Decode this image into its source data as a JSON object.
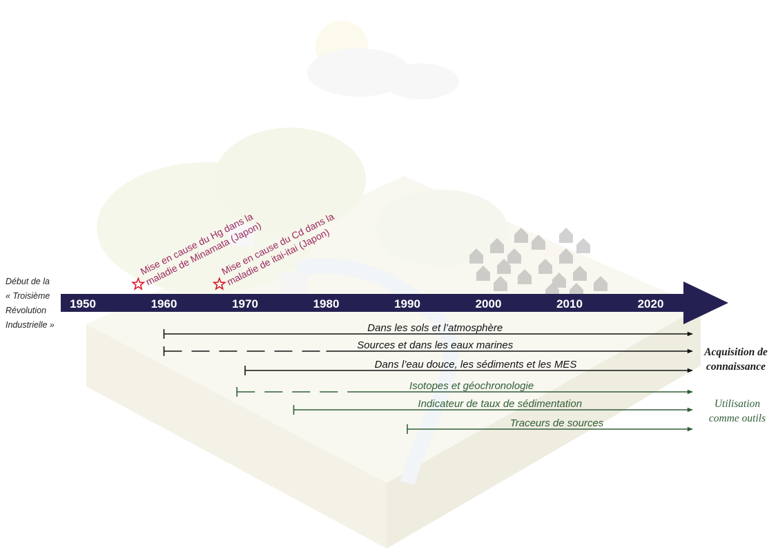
{
  "timeline": {
    "years": [
      "1950",
      "1960",
      "1970",
      "1980",
      "1990",
      "2000",
      "2010",
      "2020"
    ],
    "start_label_lines": [
      "Début de la",
      "« Troisième",
      "Révolution",
      "Industrielle »"
    ]
  },
  "events": [
    {
      "year": 1957,
      "lines": [
        "Mise en cause du Hg dans la",
        "maladie de Minamata (Japon)"
      ]
    },
    {
      "year": 1967,
      "lines": [
        "Mise en cause du Cd dans la",
        "maladie de itai-itai (Japon)"
      ]
    }
  ],
  "groups": {
    "knowledge": [
      "Acquisition de",
      "connaissance"
    ],
    "tools": [
      "Utilisation",
      "comme outils"
    ]
  },
  "knowledge_arrows": [
    {
      "label": "Dans les sols et l’atmosphère",
      "start": 1960,
      "dashed_to": null
    },
    {
      "label": "Sources et dans les eaux marines",
      "start": 1960,
      "dashed_to": 1980
    },
    {
      "label": "Dans l’eau douce, les sédiments  et les MES",
      "start": 1970,
      "dashed_to": null
    }
  ],
  "tool_arrows": [
    {
      "label": "Isotopes et géochronologie",
      "start": 1969,
      "dashed_to": 1983
    },
    {
      "label": "Indicateur de taux de sédimentation",
      "start": 1976,
      "dashed_to": null
    },
    {
      "label": "Traceurs de sources",
      "start": 1990,
      "dashed_to": null
    }
  ],
  "colors": {
    "timeline": "#242152",
    "knowledge": "#111111",
    "tools": "#2f5e36",
    "event_text": "#9c2760",
    "star": "#d91a2a"
  }
}
